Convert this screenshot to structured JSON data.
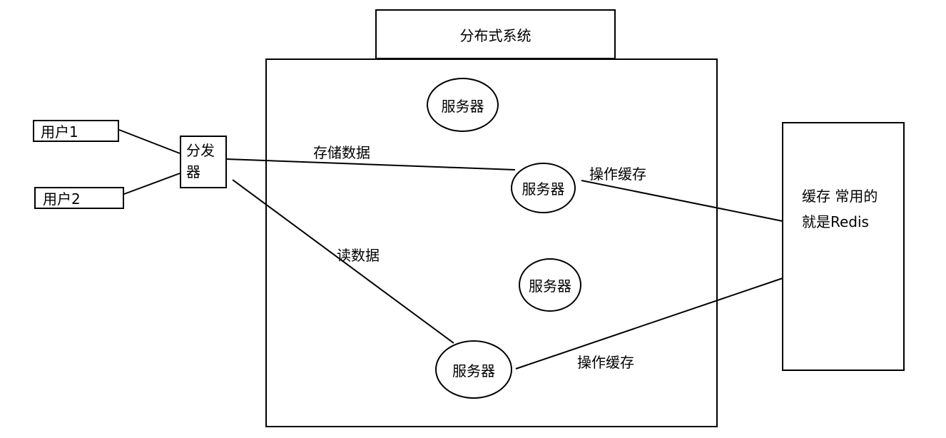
{
  "distributed_system": {
    "title": "分布式系统"
  },
  "users": [
    {
      "label": "用户1"
    },
    {
      "label": "用户2"
    }
  ],
  "dispatcher": {
    "line1": "分发",
    "line2": "器"
  },
  "servers": [
    {
      "label": "服务器"
    },
    {
      "label": "服务器"
    },
    {
      "label": "服务器"
    },
    {
      "label": "服务器"
    }
  ],
  "cache": {
    "line1": "缓存 常用的",
    "line2": "就是Redis"
  },
  "edges": {
    "store_data": "存储数据",
    "read_data": "读数据",
    "operate_cache_1": "操作缓存",
    "operate_cache_2": "操作缓存"
  }
}
